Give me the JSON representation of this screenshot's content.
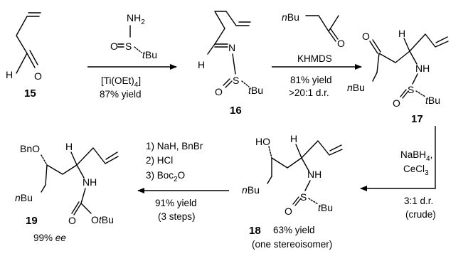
{
  "compounds": {
    "c15": "15",
    "c16": "16",
    "c17": "17",
    "c18": "18",
    "c19": "19"
  },
  "atoms": {
    "O": "O",
    "H": "H",
    "N": "N",
    "S": "S",
    "NH": "NH",
    "NH2": "NH",
    "NH2_sub": "2",
    "HO": "HO",
    "BnO": "BnO",
    "tBu_t": "t",
    "tBu_bu": "Bu",
    "nBu_n": "n",
    "nBu_bu": "Bu",
    "OtBu_o": "O",
    "OtBu_t": "t",
    "OtBu_bu": "Bu"
  },
  "step1": {
    "catalyst_pre": "[Ti(OEt)",
    "catalyst_sub": "4",
    "catalyst_post": "]",
    "yield": "87% yield"
  },
  "step2": {
    "base": "KHMDS",
    "yield": "81% yield",
    "dr": ">20:1 d.r."
  },
  "step3": {
    "reagent1_pre": "NaBH",
    "reagent1_sub": "4",
    "reagent1_post": ",",
    "reagent2_pre": "CeCl",
    "reagent2_sub": "3",
    "dr": "3:1 d.r.",
    "note": "(crude)"
  },
  "step4": {
    "line1": "1) NaH, BnBr",
    "line2": "2) HCl",
    "line3_pre": "3) Boc",
    "line3_sub": "2",
    "line3_post": "O",
    "yield": "91% yield",
    "steps": "(3 steps)"
  },
  "result18": {
    "yield": "63% yield",
    "note": "(one stereoisomer)"
  },
  "result19": {
    "ee_value": "99% ",
    "ee_unit": "ee"
  }
}
